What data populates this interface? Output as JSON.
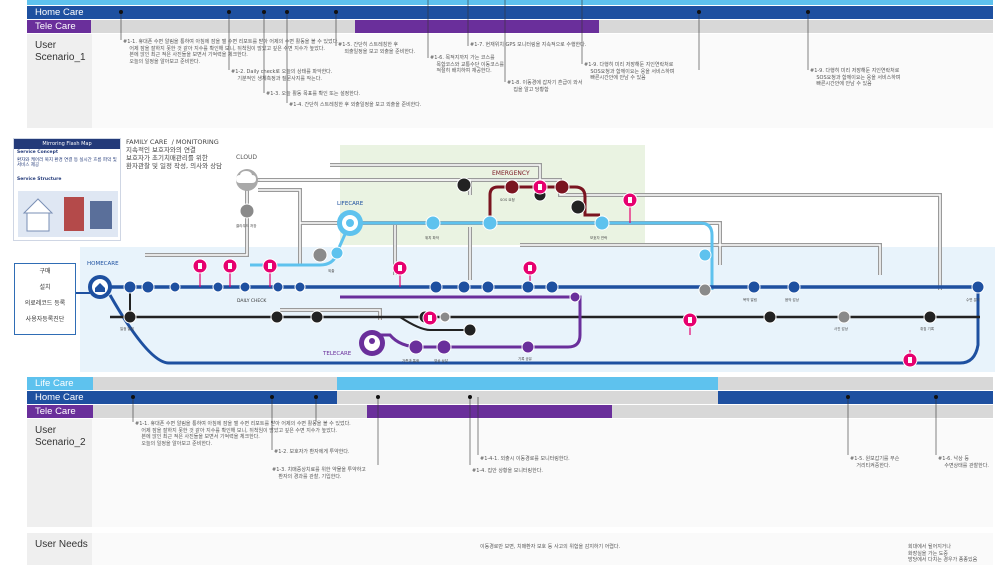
{
  "top_bands": {
    "home_care": "Home Care",
    "tele_care": "Tele Care"
  },
  "scenario_1": {
    "label_line1": "User",
    "label_line2": "Scenario_1",
    "notes": [
      "#1-1. 휴대폰 수면 알림을 통하여 아침에 잠을 깰 수면 리포트를 받아 어제의 수면 활동을 볼 수 있었다.\n    어제 잠을 잘하지 못한 것 같아 지수를 확인해 보니, 뒤척임이 많았고 깊은 수면 지수가 높았다.\n    본에 앉인 최근 적은 사진들을 보면서 기억력을 체크한다.\n    오늘의 일정을 알아보고 준비한다.",
      "#1-2. Daily check로 오늘의 상태를 파악한다.\n    기분적인 생체측정과 질문사지를 작는다.",
      "#1-3. 오늘 활동 목표를 확인 또는 설정한다.",
      "#1-4. 간단히 스트레칭한 후 외출일정을 보고 외출을 준비한다.",
      "#1-5. 간단히 스트레칭한 후\n    외출일정을 보고 외출을 준비한다.",
      "#1-6. 목적지까지 가는 코스를\n    목합코스와 교통수단 이동코스를\n    적절히 배치하여 재공한다.",
      "#1-7. 현재위치 GPS 모니터링을 지속적으로 수행한다.",
      "#1-8. 이동경에 갑자기 흔급이 와서\n    집을 알고 당황함",
      "#1-9. 다행히 미리 저장해둔 지인연락처로\n    SOS요청과 함께이요는 응을 서비스하며\n    빠른시간안에 안남 수 있음",
      "#1-9. 다행히 미리 저장해둔 지인연락처로\n    SOS요청과 함께이요는 응을 서비스하며\n    빠른시간안에 안남 수 있음"
    ]
  },
  "family_care": {
    "title_line1": "FAMILY CARE  / MONITORING",
    "title_line2": "지속적인 보호자와의 연결",
    "title_line3": "보호자가 초기치매관리를 위한",
    "title_line4": "환자관찰 및 일정 작성, 의사와 상담"
  },
  "mini_card": {
    "header": "Mirroring Flash Map",
    "concept_title": "Service Concept",
    "concept_text": "환자와 케어러 복지 환경 연결 등 실시간 흐름 파악 및 서비스 제공",
    "structure_title": "Service Structure"
  },
  "left_menu": {
    "items": [
      "구매",
      "설치",
      "의료레코드 등록",
      "사용자등록진단"
    ]
  },
  "map": {
    "cloud_label": "CLOUD",
    "emergency_label": "EMERGENCY",
    "lifecare_label": "LIFECARE",
    "homecare_label": "HOMECARE",
    "telecare_label": "TELECARE",
    "station_labels": {
      "daily_check": "DAILY CHECK",
      "cloud_station": "클라우드 저장",
      "go_out": "외출",
      "location": "위치 파악",
      "sos": "SOS 요청",
      "guardian": "보호자 연락",
      "family_call": "가족과 통화",
      "video_call": "영상 상담",
      "record": "기록 공유",
      "bedtime": "취침 기록",
      "sleep": "수면 분석",
      "diary": "일정 알림",
      "medicine": "복약 알림",
      "music": "음악 감상",
      "photo": "사진 감상"
    }
  },
  "bottom_bands": {
    "life_care": "Life Care",
    "home_care": "Home Care",
    "tele_care": "Tele Care"
  },
  "scenario_2": {
    "label_line1": "User",
    "label_line2": "Scenario_2",
    "notes": [
      "#1-1. 휴대폰 수면 알림을 통하여 아침에 잠을 깰 수면 리포트를 받아 어제의 수면 활동을 볼 수 있었다.\n    어제 잠을 잘하지 못한 것 같아 지수를 확인해 보니, 뒤척임이 많았고 깊은 수면 지수가 높았다.\n    본에 앉인 최근 적은 사진들을 보면서 기억력을 체크한다.\n    오늘의 일정을 알아보고 준비한다.",
      "#1-2. 보호자가 환자에게 투약한다.",
      "#1-3. 치매증상치료를 위한 약물을 투약하고\n    환자의 경과를 관찰, 기입한다.",
      "#1-4-1. 외출시 이동경로를 모니터링한다.",
      "#1-4. 집안 상황을 모니터링한다.",
      "#1-5. 원보갑기를 무슨\n    거리티켜중한다.",
      "#1-6. 낙상 등\n    수면상태를 관찰한다."
    ]
  },
  "user_needs": {
    "label": "User Needs",
    "note_center": "이동경로만 보면, 치매환자 보호 등 사고의 위험을 감지하기 어렵다.",
    "note_right": "회대에서 될어지거나\n화장실을 가는 도중\n방당에서 다치는 경우가 종종있음"
  },
  "colors": {
    "home_care": "#1e50a0",
    "tele_care": "#6a2f9b",
    "life_care": "#5ec2ee",
    "emergency": "#7a1420",
    "pink": "#e6006f",
    "grey": "#9a9a9a",
    "dark": "#222222"
  }
}
